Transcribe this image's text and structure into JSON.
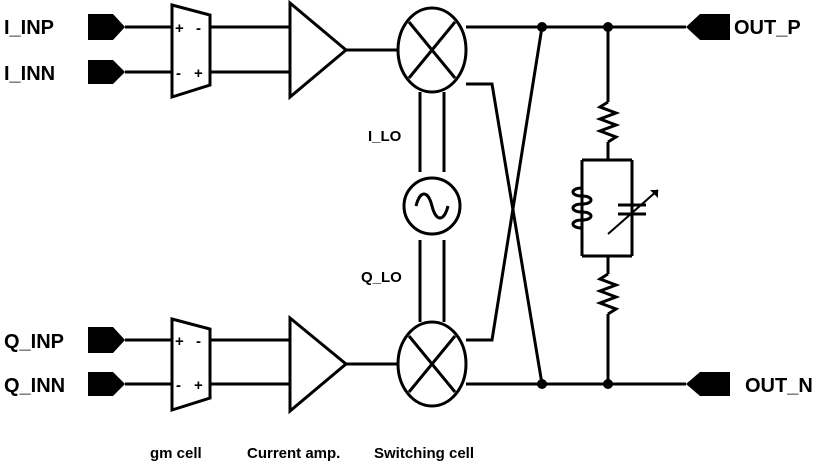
{
  "ports": {
    "i_inp": "I_INP",
    "i_inn": "I_INN",
    "q_inp": "Q_INP",
    "q_inn": "Q_INN",
    "out_p": "OUT_P",
    "out_n": "OUT_N"
  },
  "signals": {
    "i_lo": "I_LO",
    "q_lo": "Q_LO"
  },
  "gm_signs": {
    "plus": "+",
    "minus": "-"
  },
  "captions": {
    "gm_cell": "gm cell",
    "current_amp": "Current amp.",
    "switching_cell": "Switching cell"
  }
}
